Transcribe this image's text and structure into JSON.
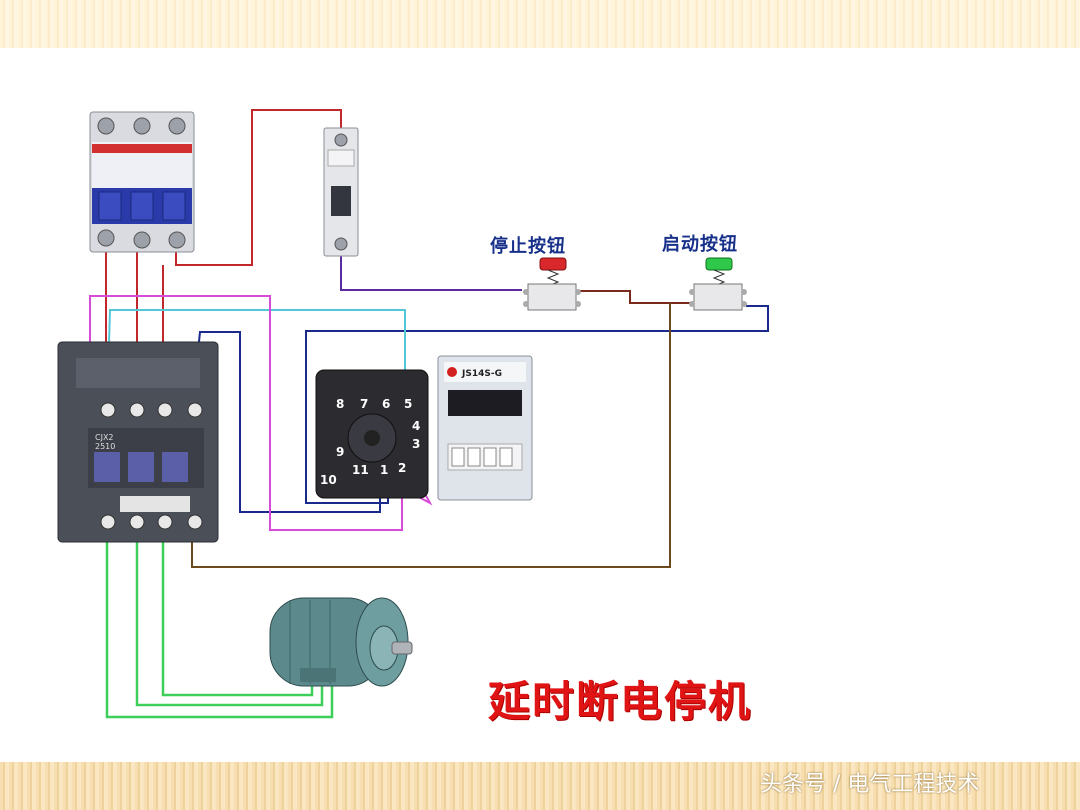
{
  "labels": {
    "stop_button": "停止按钮",
    "start_button": "启动按钮",
    "title": "延时断电停机",
    "watermark": "头条号 / 电气工程技术",
    "relay_model": "JS14S-G",
    "contactor_model": "CJX2",
    "contactor_sub": "2510"
  },
  "relay_socket_pins": [
    "8",
    "7",
    "6",
    "5",
    "4",
    "3",
    "9",
    "11",
    "1",
    "2",
    "10"
  ],
  "colors": {
    "wire_red": "#c0282c",
    "wire_purple": "#5a2aa0",
    "wire_blue": "#1a2a8a",
    "wire_cyan": "#55c8d8",
    "wire_magenta": "#d84ad8",
    "wire_green": "#3ecf5a",
    "wire_brown": "#6b4a1e",
    "title_red": "#e01414",
    "stop_button": "#d8282c",
    "start_button": "#2fc84a"
  }
}
